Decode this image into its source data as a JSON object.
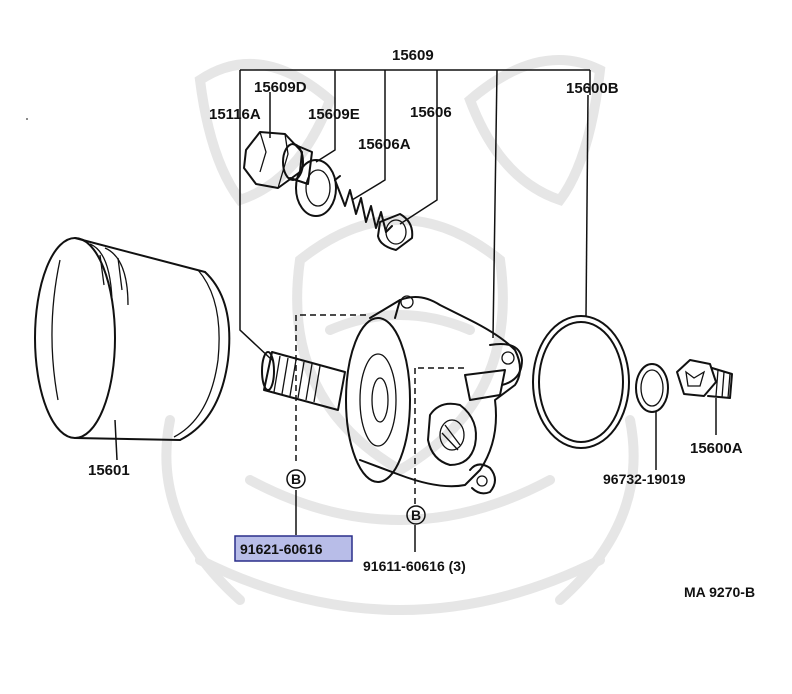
{
  "diagram": {
    "labels": {
      "p15609": "15609",
      "p15609D": "15609D",
      "p15116A": "15116A",
      "p15609E": "15609E",
      "p15606": "15606",
      "p15606A": "15606A",
      "p15600B": "15600B",
      "p15601": "15601",
      "p15600A": "15600A",
      "p96732": "96732-19019",
      "p91621": "91621-60616",
      "p91611": "91611-60616 (3)",
      "ref_code": "MA 9270-B"
    },
    "markers": {
      "b1": "B",
      "b2": "B"
    },
    "highlight_color": "#b8bde8",
    "highlight_border": "#2a2f8a",
    "watermark": "samurai-emblem"
  }
}
